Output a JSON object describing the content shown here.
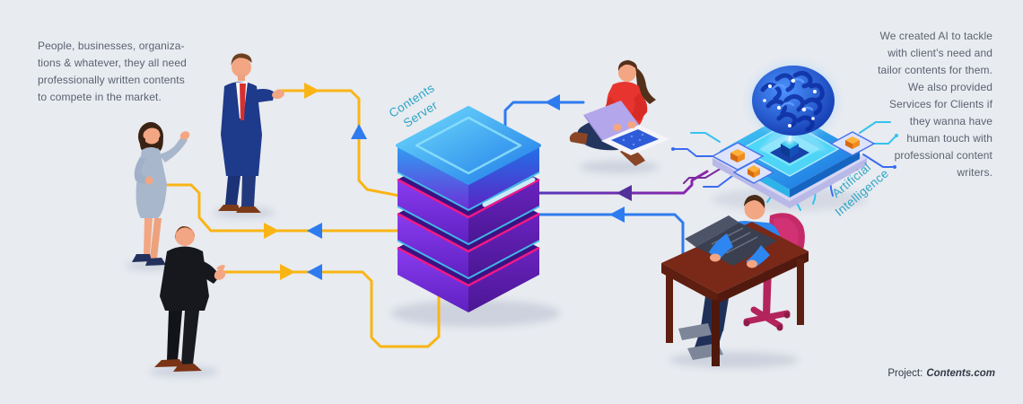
{
  "page": {
    "intro_paragraph": "People, businesses, organiza-\ntions & whatever, they all need\nprofessionally written contents\nto compete in the market.",
    "ai_paragraph": "We created AI to tackle\nwith client’s need and\ntailor contents for them.\nWe also provided\nServices for Clients if\nthey wanna have\nhuman touch with\nprofessional content\nwriters.",
    "server_label": "Contents\nServer",
    "ai_label": "Artificial\nIntelligence",
    "project_label": "Project:",
    "project_name": "Contents.com",
    "colors": {
      "background": "#e8ebf0",
      "body_text": "#5b6270",
      "label_teal": "#2ba5c6",
      "project_text": "#333a47",
      "flow_yellow": "#f9b515",
      "flow_blue": "#2e7bf0",
      "flow_purple": "#7a2b9d",
      "arrow_purple": "#53309b",
      "seam_magenta": "#ef1a86",
      "server_top_blue": "#35b5f2",
      "server_purple": "#6a24c4"
    }
  }
}
